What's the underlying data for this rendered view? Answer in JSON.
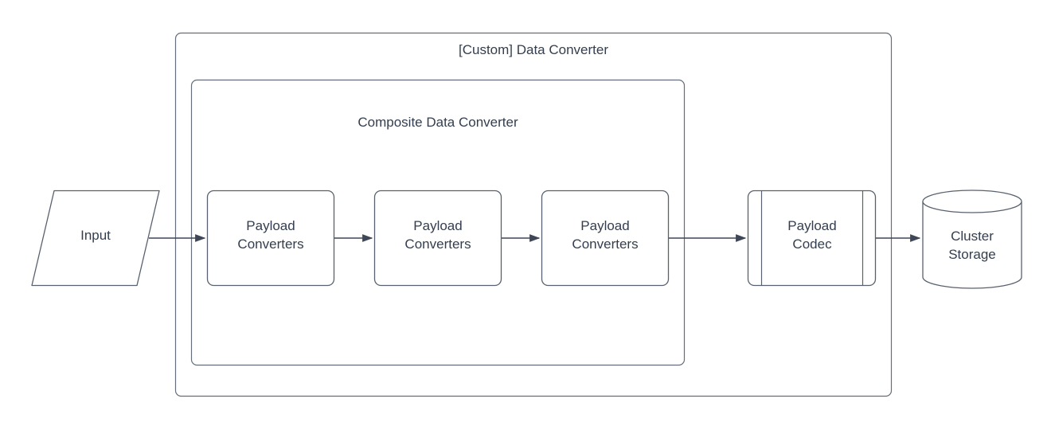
{
  "colors": {
    "background": "#ffffff",
    "shape_stroke": "#59616e",
    "container_stroke": "#666e79",
    "arrow": "#3f4756",
    "text": "#343e4e"
  },
  "diagram": {
    "outer_container": {
      "label": "[Custom] Data Converter",
      "shape": "rounded-rectangle-container"
    },
    "inner_container": {
      "label": "Composite Data Converter",
      "shape": "rounded-rectangle-container"
    },
    "nodes": {
      "input": {
        "label": "Input",
        "shape": "parallelogram"
      },
      "payload_converters_1": {
        "label": "Payload Converters",
        "shape": "rounded-rectangle"
      },
      "payload_converters_2": {
        "label": "Payload Converters",
        "shape": "rounded-rectangle"
      },
      "payload_converters_3": {
        "label": "Payload Converters",
        "shape": "rounded-rectangle"
      },
      "payload_codec": {
        "label": "Payload Codec",
        "shape": "predefined-process"
      },
      "cluster_storage": {
        "label": "Cluster Storage",
        "shape": "cylinder"
      }
    },
    "edges": [
      {
        "from": "input",
        "to": "payload_converters_1",
        "arrow": "right"
      },
      {
        "from": "payload_converters_1",
        "to": "payload_converters_2",
        "arrow": "right"
      },
      {
        "from": "payload_converters_2",
        "to": "payload_converters_3",
        "arrow": "right"
      },
      {
        "from": "payload_converters_3",
        "to": "payload_codec",
        "arrow": "right"
      },
      {
        "from": "payload_codec",
        "to": "cluster_storage",
        "arrow": "right"
      }
    ]
  }
}
